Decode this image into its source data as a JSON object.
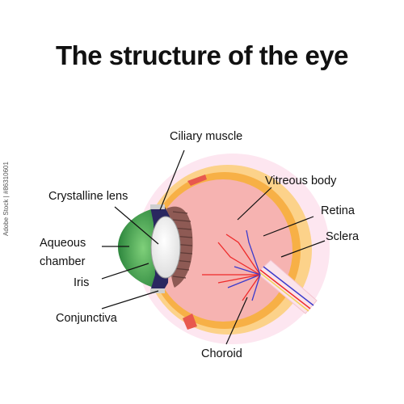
{
  "title": "The structure of the eye",
  "labels": {
    "ciliary_muscle": "Ciliary muscle",
    "vitreous_body": "Vitreous body",
    "crystalline_lens": "Crystalline lens",
    "retina": "Retina",
    "sclera": "Sclera",
    "aqueous_line1": "Aqueous",
    "aqueous_line2": "chamber",
    "iris": "Iris",
    "conjunctiva": "Conjunctiva",
    "choroid": "Choroid"
  },
  "side_text": "Adobe Stock | #86310601",
  "colors": {
    "sclera": "#fde6f0",
    "retina_band": "#fcd28a",
    "choroid": "#f7b046",
    "vitreous": "#f6b3b1",
    "cornea": "#2f8f3f",
    "lens": "#ffffff",
    "iris": "#2a2760",
    "ciliary": "#8e5a54",
    "artery": "#ee2a2a",
    "vein": "#3b3bcc",
    "nerve": "#f3d25a",
    "leader": "#111111"
  }
}
